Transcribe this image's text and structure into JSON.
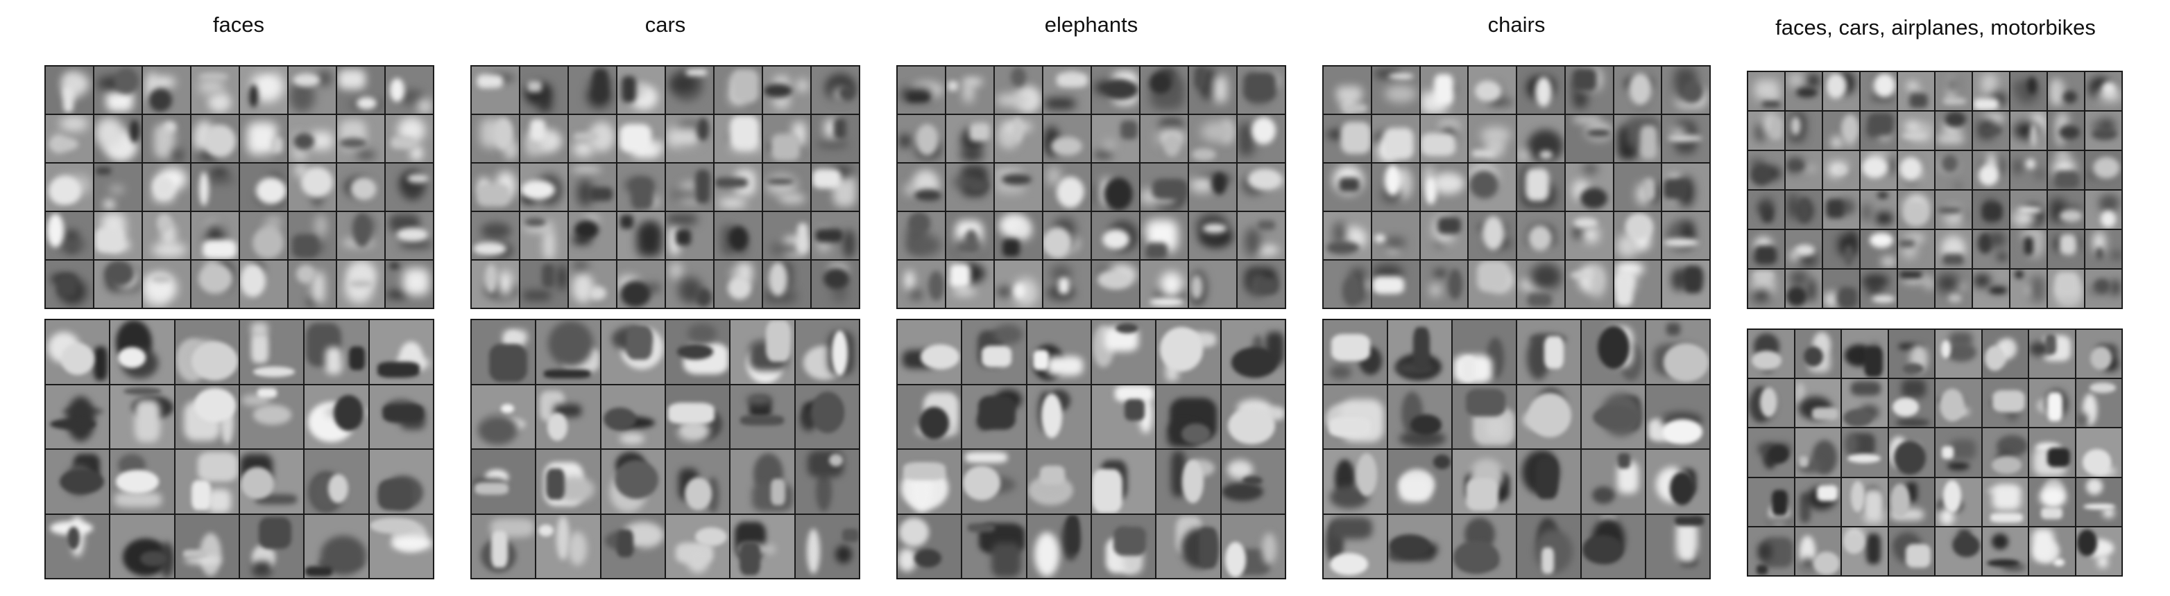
{
  "figure": {
    "columns": [
      {
        "id": "faces",
        "title": "faces",
        "top_grid": {
          "rows": 5,
          "cols": 8
        },
        "bottom_grid": {
          "rows": 4,
          "cols": 6
        }
      },
      {
        "id": "cars",
        "title": "cars",
        "top_grid": {
          "rows": 5,
          "cols": 8
        },
        "bottom_grid": {
          "rows": 4,
          "cols": 6
        }
      },
      {
        "id": "elephants",
        "title": "elephants",
        "top_grid": {
          "rows": 5,
          "cols": 8
        },
        "bottom_grid": {
          "rows": 4,
          "cols": 6
        }
      },
      {
        "id": "chairs",
        "title": "chairs",
        "top_grid": {
          "rows": 5,
          "cols": 8
        },
        "bottom_grid": {
          "rows": 4,
          "cols": 6
        }
      },
      {
        "id": "mixed",
        "title": "faces, cars, airplanes, motorbikes",
        "top_grid": {
          "rows": 6,
          "cols": 10
        },
        "bottom_grid": {
          "rows": 5,
          "cols": 8
        }
      }
    ]
  }
}
